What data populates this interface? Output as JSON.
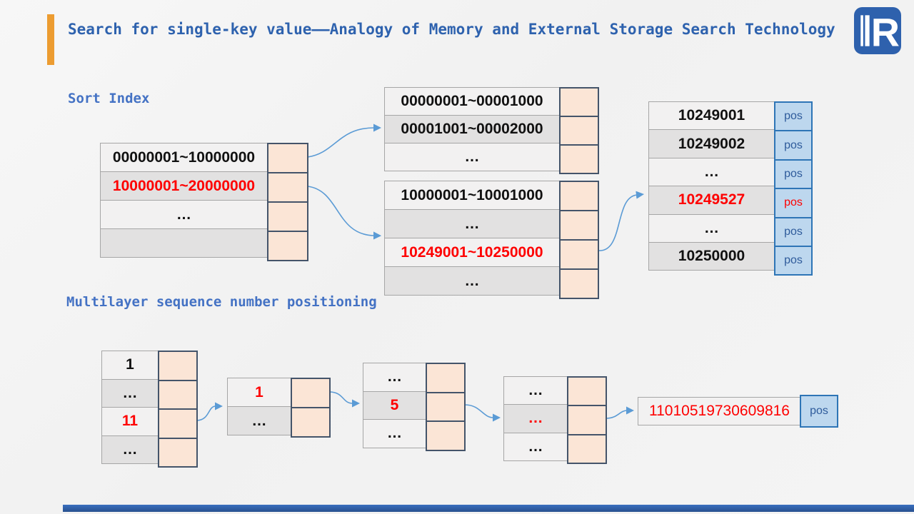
{
  "slide": {
    "title": "Search for single-key value——Analogy of Memory and External Storage Search Technology",
    "section1_label": "Sort Index",
    "section2_label": "Multilayer sequence number positioning",
    "logo_letter": "R"
  },
  "labels": {
    "pos": "pos"
  },
  "colors": {
    "accent_orange": "#EC9C31",
    "title_blue": "#2E62AE",
    "label_blue": "#4472C4",
    "logo_blue": "#2E61AD",
    "arrow_blue": "#5B9BD5",
    "cell_light": "#F2F1F1",
    "cell_dark": "#E2E1E1",
    "slot_peach": "#FBE5D6",
    "slot_border": "#44546A",
    "pos_fill": "#BDD7EE",
    "pos_border": "#2E75B6",
    "highlight_red": "#FE0000",
    "footer_blue": "#2E5FA6"
  },
  "tables": {
    "t1": {
      "rows": [
        "00000001~10000000",
        "10000001~20000000",
        "…",
        ""
      ]
    },
    "t2": {
      "rows": [
        "00000001~00001000",
        "00001001~00002000",
        "…"
      ]
    },
    "t3": {
      "rows": [
        "10000001~10001000",
        "…",
        "10249001~10250000",
        "…"
      ]
    },
    "t4": {
      "rows": [
        "10249001",
        "10249002",
        "…",
        "10249527",
        "…",
        "10250000"
      ]
    },
    "b1": {
      "rows": [
        "1",
        "…",
        "11",
        "…"
      ]
    },
    "b2": {
      "rows": [
        "1",
        "…"
      ]
    },
    "b3": {
      "rows": [
        "…",
        "5",
        "…"
      ]
    },
    "b4": {
      "rows": [
        "…",
        "…",
        "…"
      ]
    }
  },
  "result": {
    "value": "11010519730609816"
  }
}
